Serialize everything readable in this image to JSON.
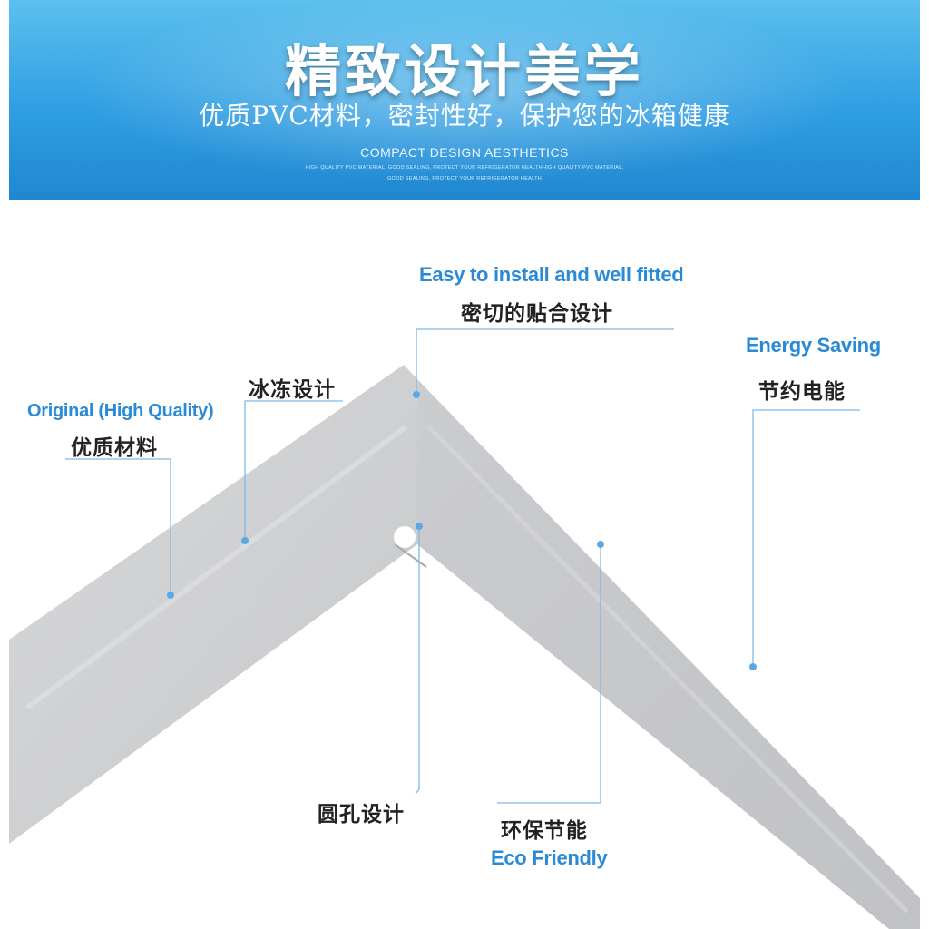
{
  "banner": {
    "title": "精致设计美学",
    "subtitle": "优质PVC材料，密封性好，保护您的冰箱健康",
    "en_title": "COMPACT DESIGN AESTHETICS",
    "en_small_line1": "HIGH QUALITY PVC MATERIAL, GOOD SEALING, PROTECT YOUR REFRIGERATOR HEALTHHIGH QUALITY PVC MATERIAL,",
    "en_small_line2": "GOOD SEALING, PROTECT YOUR REFRIGERATOR HEALTH"
  },
  "callouts": {
    "fit": {
      "en": "Easy to install and well fitted",
      "cn": "密切的贴合设计"
    },
    "energy": {
      "en": "Energy Saving",
      "cn": "节约电能"
    },
    "freeze": {
      "cn": "冰冻设计"
    },
    "quality": {
      "en": "Original (High Quality)",
      "cn": "优质材料"
    },
    "hole": {
      "cn": "圆孔设计"
    },
    "eco": {
      "cn": "环保节能",
      "en": "Eco Friendly"
    }
  },
  "colors": {
    "banner_top": "#5cc0ee",
    "banner_bottom": "#1f87d0",
    "accent_blue": "#2a8ad6",
    "leader_line": "#7fb9e6",
    "gasket_gray": "#cfd0d2"
  }
}
